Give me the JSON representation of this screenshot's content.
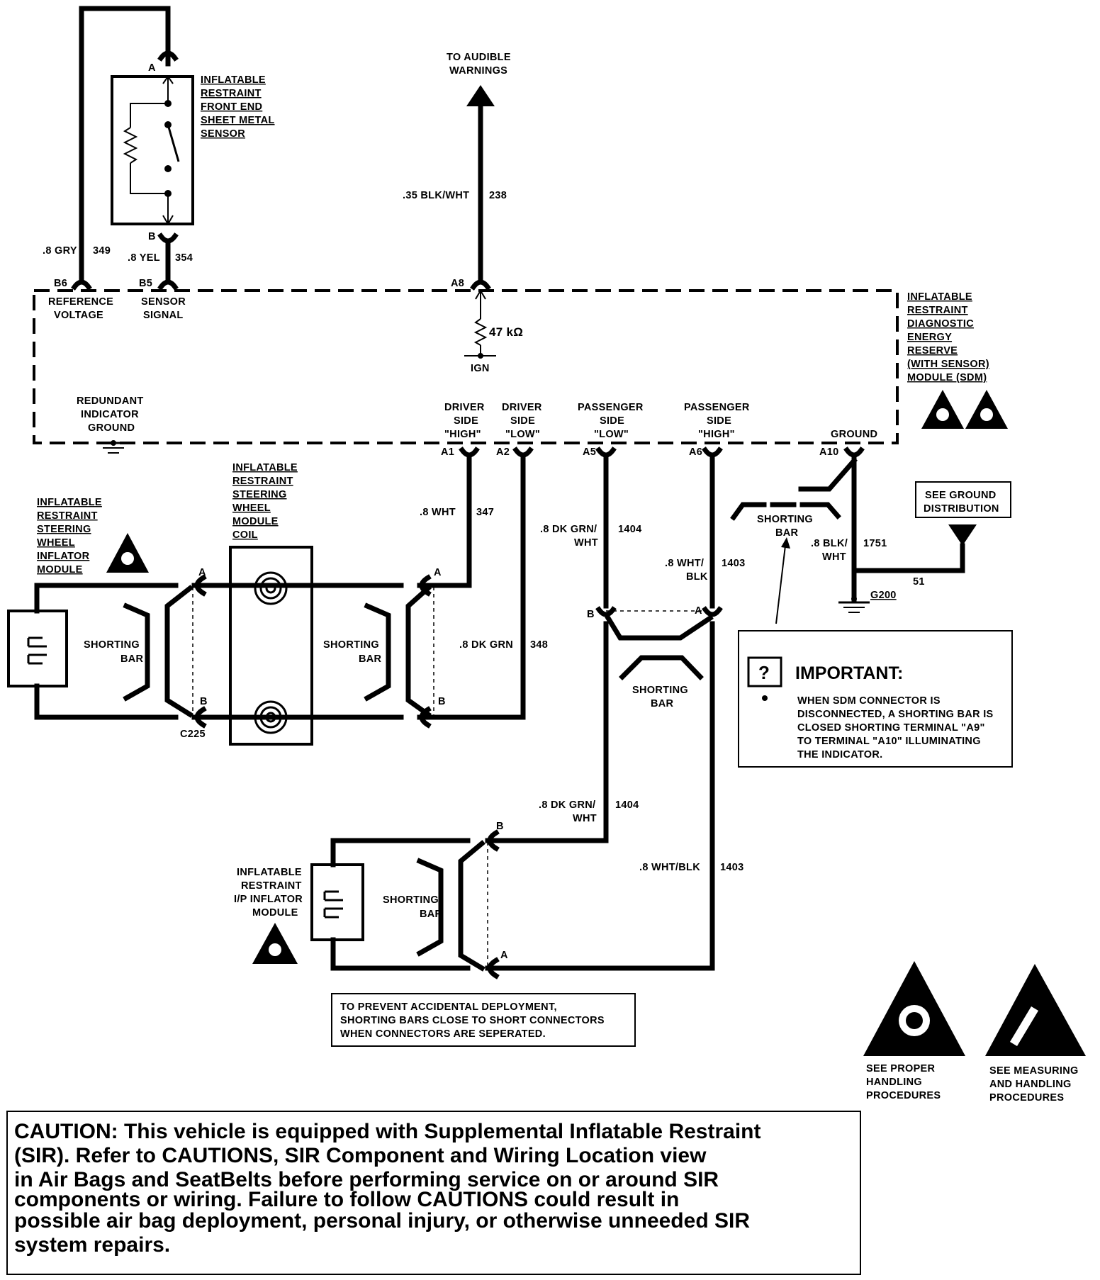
{
  "sensor": {
    "label_lines": [
      "INFLATABLE",
      "RESTRAINT",
      "FRONT END",
      "SHEET METAL",
      "SENSOR"
    ],
    "term_a": "A",
    "term_b": "B"
  },
  "wires_top": {
    "gry": ".8 GRY",
    "gry_num": "349",
    "yel": ".8 YEL",
    "yel_num": "354",
    "blkwht": ".35 BLK/WHT",
    "blkwht_num": "238"
  },
  "audible": [
    "TO AUDIBLE",
    "WARNINGS"
  ],
  "sdm": {
    "label_lines": [
      "INFLATABLE",
      "RESTRAINT",
      "DIAGNOSTIC",
      "ENERGY",
      "RESERVE",
      "(WITH SENSOR)",
      "MODULE (SDM)"
    ],
    "b6": "B6",
    "b6_lines": [
      "REFERENCE",
      "VOLTAGE"
    ],
    "b5": "B5",
    "b5_lines": [
      "SENSOR",
      "SIGNAL"
    ],
    "a8": "A8",
    "resistor": "47 kΩ",
    "ign": "IGN",
    "redundant": [
      "REDUNDANT",
      "INDICATOR",
      "GROUND"
    ],
    "driver_high": [
      "DRIVER",
      "SIDE",
      "\"HIGH\""
    ],
    "driver_low": [
      "DRIVER",
      "SIDE",
      "\"LOW\""
    ],
    "pass_low": [
      "PASSENGER",
      "SIDE",
      "\"LOW\""
    ],
    "pass_high": [
      "PASSENGER",
      "SIDE",
      "\"HIGH\""
    ],
    "ground": "GROUND",
    "a1": "A1",
    "a2": "A2",
    "a5": "A5",
    "a6": "A6",
    "a10": "A10"
  },
  "driver_circuit": {
    "wht": ".8 WHT",
    "wht_num": "347",
    "dkgrn": ".8 DK GRN",
    "dkgrn_num": "348",
    "inflator_lines": [
      "INFLATABLE",
      "RESTRAINT",
      "STEERING",
      "WHEEL",
      "INFLATOR",
      "MODULE"
    ],
    "coil_lines": [
      "INFLATABLE",
      "RESTRAINT",
      "STEERING",
      "WHEEL",
      "MODULE",
      "COIL"
    ],
    "shorting": [
      "SHORTING",
      "BAR"
    ],
    "c225": "C225",
    "term_a": "A",
    "term_b": "B"
  },
  "passenger_circuit": {
    "dkgrnwht": [
      ".8 DK GRN/",
      "WHT"
    ],
    "dkgrnwht_num": "1404",
    "whtblk": [
      ".8 WHT/",
      "BLK"
    ],
    "whtblk_num": "1403",
    "dkgrnwht2": [
      ".8 DK GRN/",
      "WHT"
    ],
    "dkgrnwht2_num": "1404",
    "whtblk2": ".8 WHT/BLK",
    "whtblk2_num": "1403",
    "ip_lines": [
      "INFLATABLE",
      "RESTRAINT",
      "I/P INFLATOR",
      "MODULE"
    ],
    "shorting": [
      "SHORTING",
      "BAR"
    ],
    "term_a": "A",
    "term_b": "B"
  },
  "ground_circuit": {
    "blkwht": [
      ".8 BLK/",
      "WHT"
    ],
    "blkwht_num": "1751",
    "num51": "51",
    "g200": "G200",
    "see_ground": [
      "SEE GROUND",
      "DISTRIBUTION"
    ],
    "shorting": [
      "SHORTING",
      "BAR"
    ]
  },
  "important": {
    "title": "IMPORTANT:",
    "lines": [
      "WHEN SDM CONNECTOR IS",
      "DISCONNECTED, A SHORTING BAR IS",
      "CLOSED SHORTING TERMINAL \"A9\"",
      "TO TERMINAL \"A10\" ILLUMINATING",
      "THE INDICATOR."
    ]
  },
  "prevent": [
    "TO PREVENT ACCIDENTAL DEPLOYMENT,",
    "SHORTING BARS CLOSE TO SHORT CONNECTORS",
    "WHEN CONNECTORS ARE SEPERATED."
  ],
  "icons": {
    "proper": [
      "SEE PROPER",
      "HANDLING",
      "PROCEDURES"
    ],
    "measuring": [
      "SEE MEASURING",
      "AND HANDLING",
      "PROCEDURES"
    ]
  },
  "caution": [
    "CAUTION:     This vehicle is equipped with Supplemental Inflatable Restraint",
    "(SIR).  Refer to CAUTIONS, SIR  Component and  Wiring Location  view",
    "in Air Bags and SeatBelts before performing  service  on or  around  SIR",
    "components  or  wiring.   Failure  to follow  CAUTIONS  could result  in",
    "possible  air  bag  deployment, personal injury, or otherwise unneeded SIR",
    "system repairs."
  ]
}
